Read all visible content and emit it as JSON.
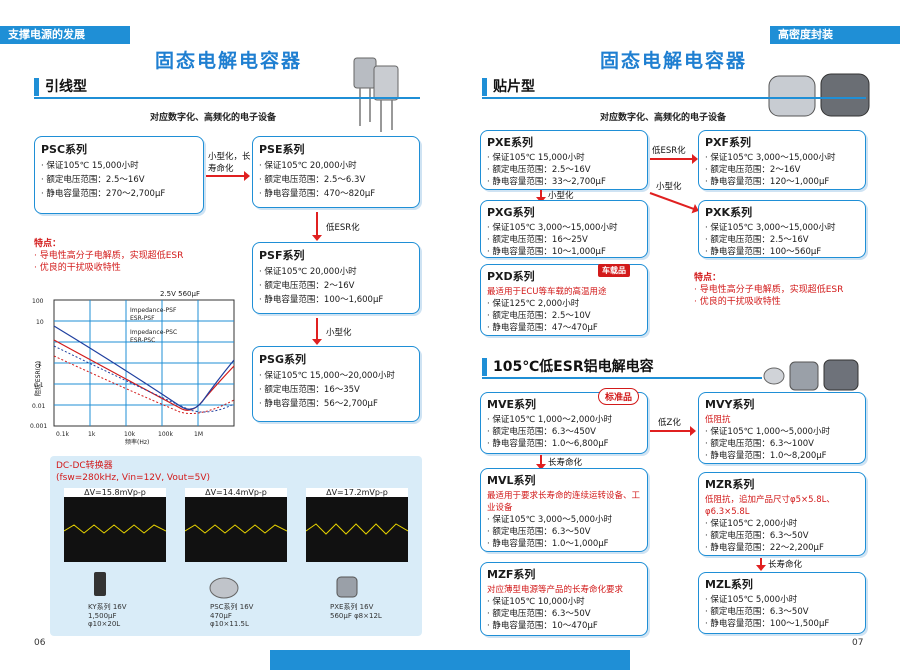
{
  "header": {
    "left": "支撑电源的发展",
    "right": "高密度封装"
  },
  "left": {
    "title": "固态电解电容器",
    "sub": "引线型",
    "tagline": "对应数字化、高频化的电子设备",
    "psc": {
      "title": "PSC系列",
      "items": [
        "保证105℃ 15,000小时",
        "额定电压范围：2.5～16V",
        "静电容量范围：270～2,700μF"
      ]
    },
    "pse": {
      "title": "PSE系列",
      "items": [
        "保证105℃ 20,000小时",
        "额定电压范围：2.5～6.3V",
        "静电容量范围：470～820μF"
      ]
    },
    "psf": {
      "title": "PSF系列",
      "items": [
        "保证105℃ 20,000小时",
        "额定电压范围：2～16V",
        "静电容量范围：100～1,600μF"
      ]
    },
    "psg": {
      "title": "PSG系列",
      "items": [
        "保证105℃ 15,000～20,000小时",
        "额定电压范围：16～35V",
        "静电容量范围：56～2,700μF"
      ]
    },
    "arrow1": "小型化，长寿命化",
    "arrow2": "低ESR化",
    "arrow3": "小型化",
    "feature_title": "特点：",
    "features": [
      "导电性高分子电解质，实现超低ESR",
      "优良的干扰吸收特性"
    ],
    "chart": {
      "title": "2.5V 560μF",
      "ylabel": "阻抗·ESR(Ω)",
      "xlabel": "频率(Hz)",
      "yticks": [
        "100",
        "10",
        "1",
        "0.1",
        "0.01",
        "0.001"
      ],
      "xticks": [
        "0.1k",
        "1k",
        "10k",
        "100k",
        "1M"
      ],
      "legend": [
        "Impedance-PSF",
        "ESR-PSF",
        "Impedance-PSC",
        "ESR-PSC"
      ]
    },
    "dcdc": {
      "title": "DC-DC转换器",
      "cond": "(fsw=280kHz, Vin=12V, Vout=5V)",
      "scopes": [
        {
          "label": "ΔV=15.8mVp-p"
        },
        {
          "label": "ΔV=14.4mVp-p"
        },
        {
          "label": "ΔV=17.2mVp-p"
        }
      ],
      "parts": [
        "KY系列 16V 1,500μF φ10×20L",
        "PSC系列 16V 470μF φ10×11.5L",
        "PXE系列 16V 560μF φ8×12L"
      ]
    },
    "page": "06"
  },
  "right": {
    "title": "固态电解电容器",
    "sub": "贴片型",
    "tagline": "对应数字化、高频化的电子设备",
    "pxe": {
      "title": "PXE系列",
      "items": [
        "保证105℃ 15,000小时",
        "额定电压范围：2.5～16V",
        "静电容量范围：33～2,700μF"
      ]
    },
    "pxf": {
      "title": "PXF系列",
      "items": [
        "保证105℃ 3,000～15,000小时",
        "额定电压范围：2～16V",
        "静电容量范围：120～1,000μF"
      ]
    },
    "pxg": {
      "title": "PXG系列",
      "items": [
        "保证105℃ 3,000～15,000小时",
        "额定电压范围：16～25V",
        "静电容量范围：10～1,000μF"
      ]
    },
    "pxk": {
      "title": "PXK系列",
      "items": [
        "保证105℃ 3,000～15,000小时",
        "额定电压范围：2.5～16V",
        "静电容量范围：100～560μF"
      ]
    },
    "pxd": {
      "title": "PXD系列",
      "badge": "车载品",
      "red": "最适用于ECU等车载的高温用途",
      "items": [
        "保证125℃ 2,000小时",
        "额定电压范围：2.5～10V",
        "静电容量范围：47～470μF"
      ]
    },
    "a_lowesr": "低ESR化",
    "a_small1": "小型化",
    "a_small2": "小型化",
    "feature_title": "特点：",
    "features": [
      "导电性高分子电解质，实现超低ESR",
      "优良的干扰吸收特性"
    ],
    "alum_title": "105℃低ESR铝电解电容",
    "mve": {
      "title": "MVE系列",
      "badge": "标准品",
      "items": [
        "保证105℃ 1,000～2,000小时",
        "额定电压范围：6.3～450V",
        "静电容量范围：1.0～6,800μF"
      ]
    },
    "mvy": {
      "title": "MVY系列",
      "red": "低阻抗",
      "items": [
        "保证105℃ 1,000～5,000小时",
        "额定电压范围：6.3～100V",
        "静电容量范围：1.0～8,200μF"
      ]
    },
    "mvl": {
      "title": "MVL系列",
      "red": "最适用于要求长寿命的连续运转设备、工业设备",
      "items": [
        "保证105℃ 3,000～5,000小时",
        "额定电压范围：6.3～50V",
        "静电容量范围：1.0～1,000μF"
      ]
    },
    "mzr": {
      "title": "MZR系列",
      "red": "低阻抗，追加产品尺寸φ5×5.8L、φ6.3×5.8L",
      "items": [
        "保证105℃ 2,000小时",
        "额定电压范围：6.3～50V",
        "静电容量范围：22～2,200μF"
      ]
    },
    "mzf": {
      "title": "MZF系列",
      "red": "对应薄型电源等产品的长寿命化要求",
      "items": [
        "保证105℃ 10,000小时",
        "额定电压范围：6.3～50V",
        "静电容量范围：10～470μF"
      ]
    },
    "mzl": {
      "title": "MZL系列",
      "items": [
        "保证105℃ 5,000小时",
        "额定电压范围：6.3～50V",
        "静电容量范围：100～1,500μF"
      ]
    },
    "a_lowz": "低Z化",
    "a_long1": "长寿命化",
    "a_long2": "长寿命化",
    "page": "07"
  }
}
